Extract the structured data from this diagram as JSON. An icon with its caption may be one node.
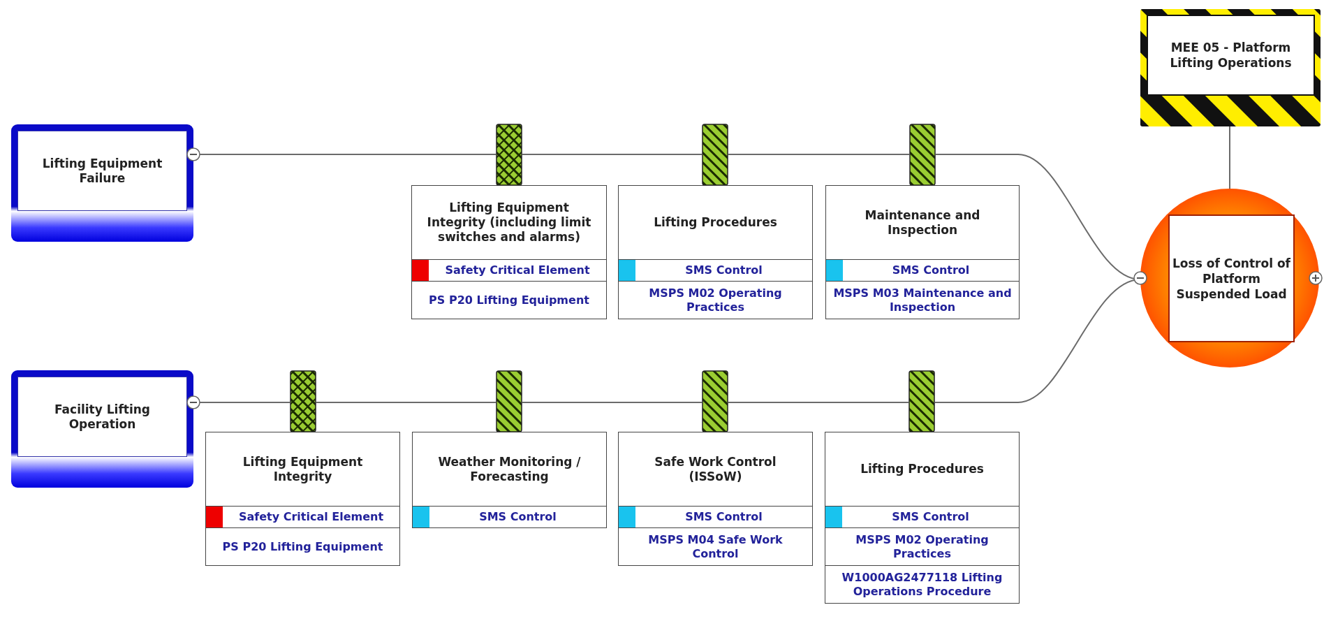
{
  "diagram": {
    "nodes": [
      {
        "text": [
          "MEE 05 - Platform Lifting Operations"
        ]
      },
      {
        "text": [
          "Lifting Equipment Failure"
        ]
      },
      {
        "text": [
          "Lifting Equipment Integrity (including limit switches and alarms)",
          "Safety Critical Element",
          "PS P20 Lifting Equipment"
        ]
      },
      {
        "text": [
          "Lifting Procedures",
          "SMS Control",
          "MSPS M02 Operating Practices"
        ]
      },
      {
        "text": [
          "Maintenance and Inspection",
          "SMS Control",
          "MSPS M03 Maintenance and Inspection"
        ]
      },
      {
        "text": [
          "Loss of Control of Platform Suspended Load"
        ]
      },
      {
        "text": [
          "Facility Lifting Operation"
        ]
      },
      {
        "text": [
          "Lifting Equipment Integrity",
          "Safety Critical Element",
          "PS P20 Lifting Equipment"
        ]
      },
      {
        "text": [
          "Weather Monitoring / Forecasting",
          "SMS Control"
        ]
      },
      {
        "text": [
          "Safe Work Control (ISSoW)",
          "SMS Control",
          "MSPS M04 Safe Work Control"
        ]
      },
      {
        "text": [
          "Lifting Procedures",
          "SMS Control",
          "MSPS M02 Operating Practices",
          "W1000AG2477118 Lifting Operations Procedure"
        ]
      },
      {
        "text": [],
        "shape": "bar"
      },
      {
        "text": [],
        "shape": "bar"
      },
      {
        "text": [],
        "shape": "bar"
      },
      {
        "text": [],
        "shape": "bar"
      },
      {
        "text": [],
        "shape": "bar"
      },
      {
        "text": [],
        "shape": "bar"
      },
      {
        "text": [],
        "shape": "bar"
      }
    ],
    "edges": [
      {
        "from": 1,
        "to": 11,
        "arrow": "none"
      },
      {
        "from": 11,
        "to": 12,
        "arrow": "none"
      },
      {
        "from": 12,
        "to": 13,
        "arrow": "none"
      },
      {
        "from": 13,
        "to": 5,
        "arrow": "none"
      },
      {
        "from": 6,
        "to": 14,
        "arrow": "none"
      },
      {
        "from": 14,
        "to": 15,
        "arrow": "none"
      },
      {
        "from": 15,
        "to": 16,
        "arrow": "none"
      },
      {
        "from": 16,
        "to": 17,
        "arrow": "none"
      },
      {
        "from": 17,
        "to": 5,
        "arrow": "none"
      },
      {
        "from": 0,
        "to": 5,
        "arrow": "none"
      }
    ]
  }
}
